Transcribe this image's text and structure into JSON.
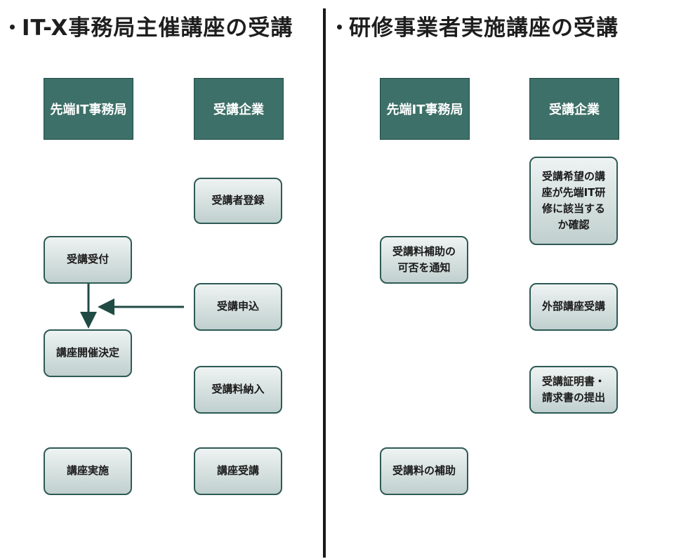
{
  "left": {
    "title": "IT-X事務局主催講座の受講",
    "headers": [
      "先端IT事務局",
      "受講企業"
    ],
    "steps": {
      "jukousha_touroku": "受講者登録",
      "jukou_uketsuke": "受講受付",
      "jukou_moushikomi": "受講申込",
      "kouza_kaisai_kettei": "講座開催決定",
      "jukouryou_nounyuu": "受講料納入",
      "kouza_jisshi": "講座実施",
      "kouza_jukou": "講座受講"
    }
  },
  "right": {
    "title": "研修事業者実施講座の受講",
    "headers": [
      "先端IT事務局",
      "受講企業"
    ],
    "steps": {
      "gaitou_kakunin": "受講希望の講\n座が先端IT研\n修に該当する\nか確認",
      "hojo_kahi_tsuchi": "受講料補助の\n可否を通知",
      "gaibu_kouza_jukou": "外部講座受講",
      "shoumeisho_teishutsu": "受講証明書・\n請求書の提出",
      "jukouryou_hojo": "受講料の補助"
    }
  },
  "colors": {
    "header_bg": "#3d7068",
    "step_border": "#2e5a55",
    "arrow": "#1f4b44"
  }
}
